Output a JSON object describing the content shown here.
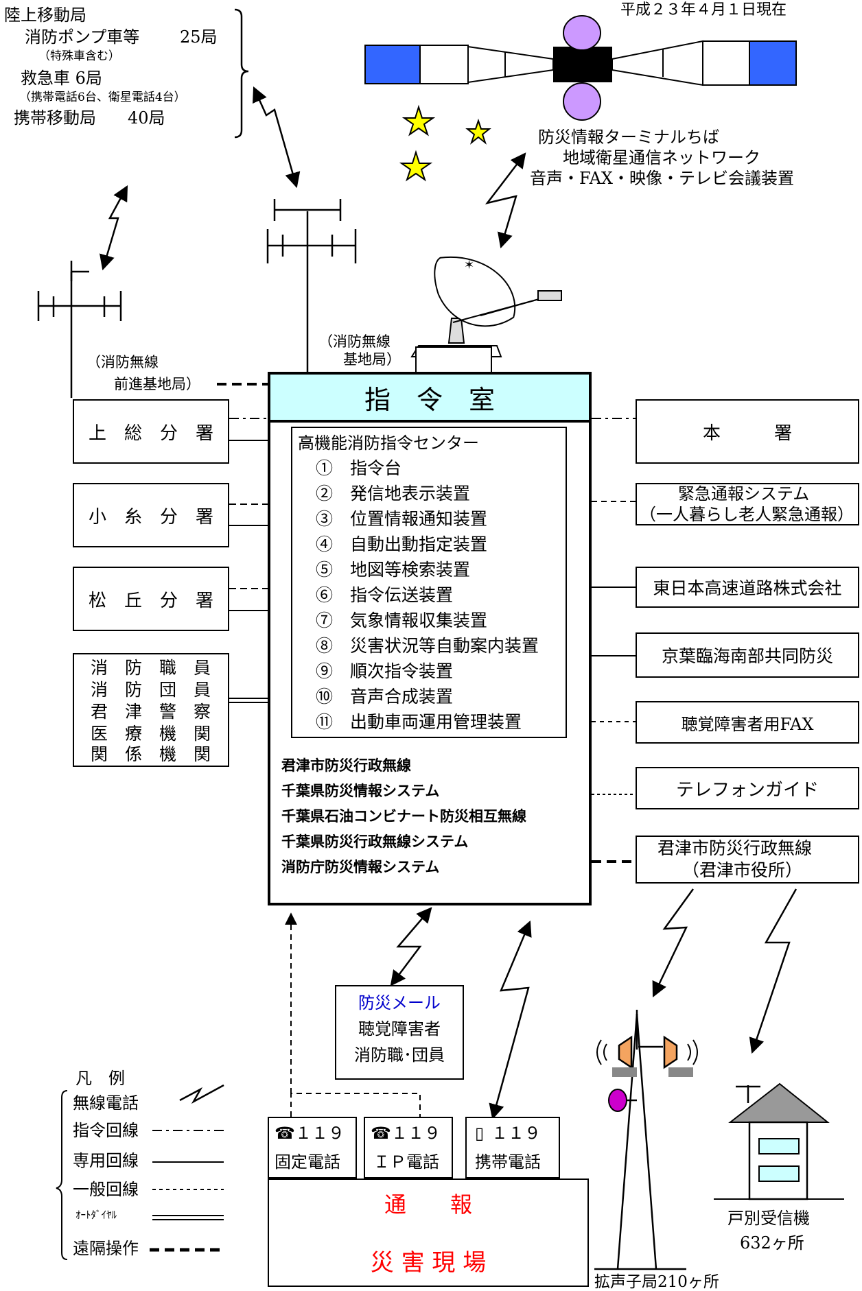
{
  "header_date": "平成２３年４月１日現在",
  "land_mobile": {
    "title": "陸上移動局",
    "pump_label": "消防ポンプ車等",
    "pump_count": "25局",
    "pump_note": "（特殊車含む）",
    "ambulance": "救急車 6局",
    "ambulance_note": "（携帯電話6台、衛星電話4台）",
    "portable_label": "携帯移動局",
    "portable_count": "40局"
  },
  "satellite": {
    "line1": "防災情報ターミナルちば",
    "line2": "地域衛星通信ネットワーク",
    "line3": "音声・FAX・映像・テレビ会議装置"
  },
  "base_station": {
    "line1": "（消防無線",
    "line2": "基地局）"
  },
  "forward_base": {
    "line1": "（消防無線",
    "line2": "前進基地局）"
  },
  "command_room": "指　令　室",
  "center": {
    "title": "高機能消防指令センター",
    "items": [
      "①　指令台",
      "②　発信地表示装置",
      "③　位置情報通知装置",
      "④　自動出動指定装置",
      "⑤　地図等検索装置",
      "⑥　指令伝送装置",
      "⑦　気象情報収集装置",
      "⑧　災害状況等自動案内装置",
      "⑨　順次指令装置",
      "⑩　音声合成装置",
      "⑪　出動車両運用管理装置"
    ]
  },
  "systems": [
    "君津市防災行政無線",
    "千葉県防災情報システム",
    "千葉県石油コンビナート防災相互無線",
    "千葉県防災行政無線システム",
    "消防庁防災情報システム"
  ],
  "left_boxes": {
    "kazusa": "上　総　分　署",
    "koito": "小　糸　分　署",
    "matsuoka": "松　丘　分　署",
    "contacts": [
      "消　防　職　員",
      "消　防　団　員",
      "君　津　警　察",
      "医　療　機　関",
      "関　係　機　関"
    ]
  },
  "right_boxes": {
    "honsho": "本　　　署",
    "emergency_line1": "緊急通報システム",
    "emergency_line2": "（一人暮らし老人緊急通報）",
    "nexco": "東日本高速道路株式会社",
    "keiyo": "京葉臨海南部共同防災",
    "fax": "聴覚障害者用FAX",
    "telephone_guide": "テレフォンガイド",
    "city_radio_line1": "君津市防災行政無線",
    "city_radio_line2": "（君津市役所）"
  },
  "mail": {
    "title": "防災メール",
    "line2": "聴覚障害者",
    "line3": "消防職･団員",
    "title_color": "#0000cc"
  },
  "legend": {
    "title": "凡　例",
    "wireless": "無線電話",
    "command": "指令回線",
    "dedicated": "専用回線",
    "general": "一般回線",
    "autodial": "ｵｰﾄﾀﾞｲﾔﾙ",
    "remote": "遠隔操作"
  },
  "phones": [
    {
      "icon": "☎",
      "num": "１１９",
      "label": "固定電話"
    },
    {
      "icon": "☎",
      "num": "１１９",
      "label": "ＩＰ電話"
    },
    {
      "icon": "▯",
      "num": "１１９",
      "label": "携帯電話"
    }
  ],
  "report": "通　　報",
  "site": "災 害 現 場",
  "report_color": "#ff0000",
  "speaker": "拡声子局210ヶ所",
  "receiver_line1": "戸別受信機",
  "receiver_line2": "632ヶ所",
  "colors": {
    "command_bg": "#ccffff",
    "satellite_panel": "#3366ff",
    "satellite_dish": "#cc99ff",
    "star": "#ffff00"
  }
}
